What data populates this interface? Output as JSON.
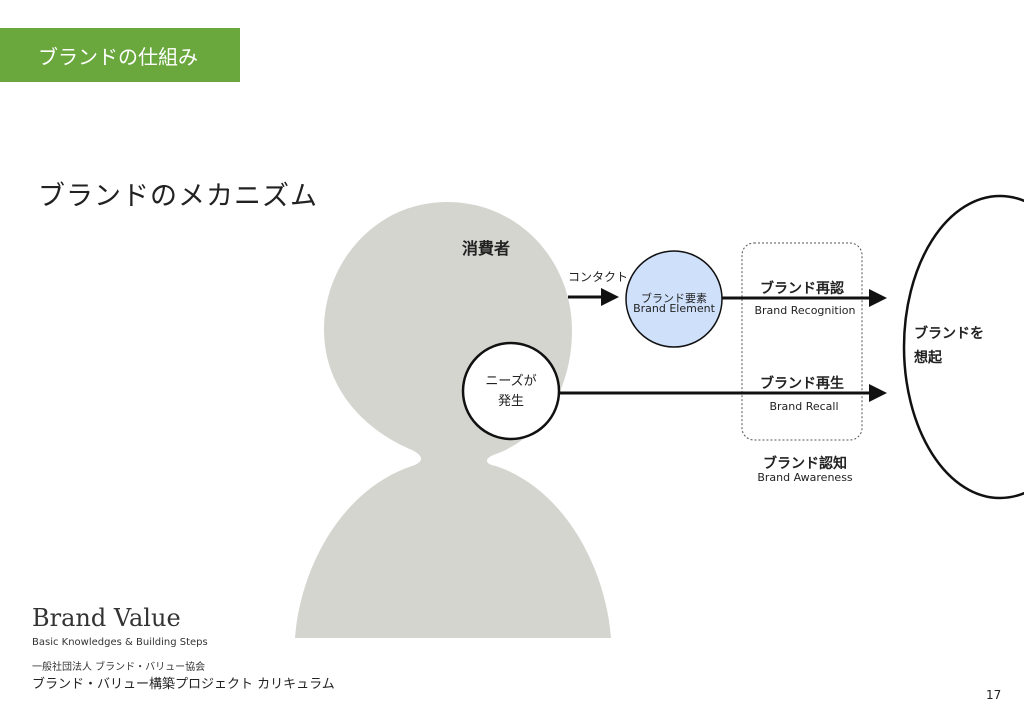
{
  "header": {
    "section_title": "ブランドの仕組み"
  },
  "page_title": "ブランドのメカニズム",
  "diagram": {
    "consumer_label": "消費者",
    "needs_label_line1": "ニーズが",
    "needs_label_line2": "発生",
    "contact_label": "コンタクト",
    "brand_element_ja": "ブランド要素",
    "brand_element_en": "Brand Element",
    "recognition_ja": "ブランド再認",
    "recognition_en": "Brand Recognition",
    "recall_ja": "ブランド再生",
    "recall_en": "Brand Recall",
    "awareness_ja": "ブランド認知",
    "awareness_en": "Brand Awareness",
    "evoke_line1": "ブランドを",
    "evoke_line2": "想起"
  },
  "footer": {
    "logo": "Brand Value",
    "logo_sub": "Basic Knowledges & Building Steps",
    "org": "一般社団法人 ブランド・バリュー協会",
    "project": "ブランド・バリュー構築プロジェクト カリキュラム",
    "page_number": "17"
  },
  "colors": {
    "accent_green": "#6aa83e",
    "silhouette_gray": "#d5d5d0",
    "element_blue": "#cfe0fb"
  }
}
